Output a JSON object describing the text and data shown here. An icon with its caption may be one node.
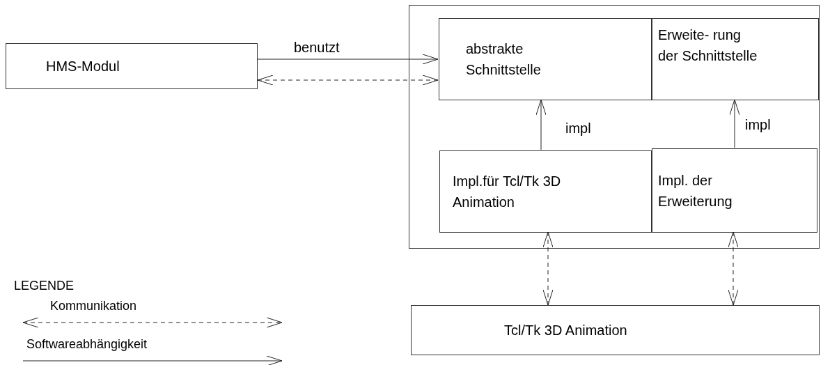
{
  "diagram": {
    "nodes": [
      {
        "text": [
          "HMS-Modul"
        ]
      },
      {
        "text": [],
        "shape": "box"
      },
      {
        "text": [
          "abstrakte Schnittstelle"
        ],
        "in": 1
      },
      {
        "text": [
          "Erweite- rung der Schnittstelle"
        ],
        "in": 1
      },
      {
        "text": [
          "Impl.für Tcl/Tk 3D Animation"
        ],
        "in": 1
      },
      {
        "text": [
          "Impl. der Erweiterung"
        ],
        "in": 1
      },
      {
        "text": [
          "Tcl/Tk 3D Animation"
        ]
      }
    ],
    "edges": [
      {
        "from": 0,
        "to": 2,
        "arrow": "to",
        "label": "benutzt"
      },
      {
        "from": 0,
        "to": 2,
        "arrow": "both",
        "style": "dashed"
      },
      {
        "from": 4,
        "to": 2,
        "arrow": "to",
        "label": "impl"
      },
      {
        "from": 5,
        "to": 3,
        "arrow": "to",
        "label": "impl"
      },
      {
        "from": 4,
        "to": 6,
        "arrow": "both",
        "style": "dashed"
      },
      {
        "from": 5,
        "to": 6,
        "arrow": "both",
        "style": "dashed"
      }
    ],
    "labels": [
      "LEGENDE"
    ],
    "legend": [
      {
        "text": "Kommunikation"
      },
      {
        "text": "Softwareabhängigkeit"
      }
    ]
  }
}
